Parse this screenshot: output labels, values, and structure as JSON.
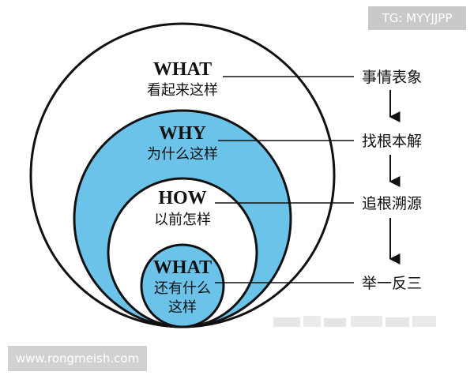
{
  "top_tag": "TG: MYYJJPP",
  "watermark": "www.rongmeish.com",
  "colors": {
    "ring_blue": "#6cc3ea",
    "stroke": "#111111",
    "white": "#ffffff"
  },
  "circles": [
    {
      "title": "WHAT",
      "subtitle_lines": [
        "看起来这样"
      ],
      "step": "事情表象"
    },
    {
      "title": "WHY",
      "subtitle_lines": [
        "为什么这样"
      ],
      "step": "找根本解"
    },
    {
      "title": "HOW",
      "subtitle_lines": [
        "以前怎样"
      ],
      "step": "追根溯源"
    },
    {
      "title": "WHAT",
      "subtitle_lines": [
        "还有什么",
        "这样"
      ],
      "step": "举一反三"
    }
  ]
}
